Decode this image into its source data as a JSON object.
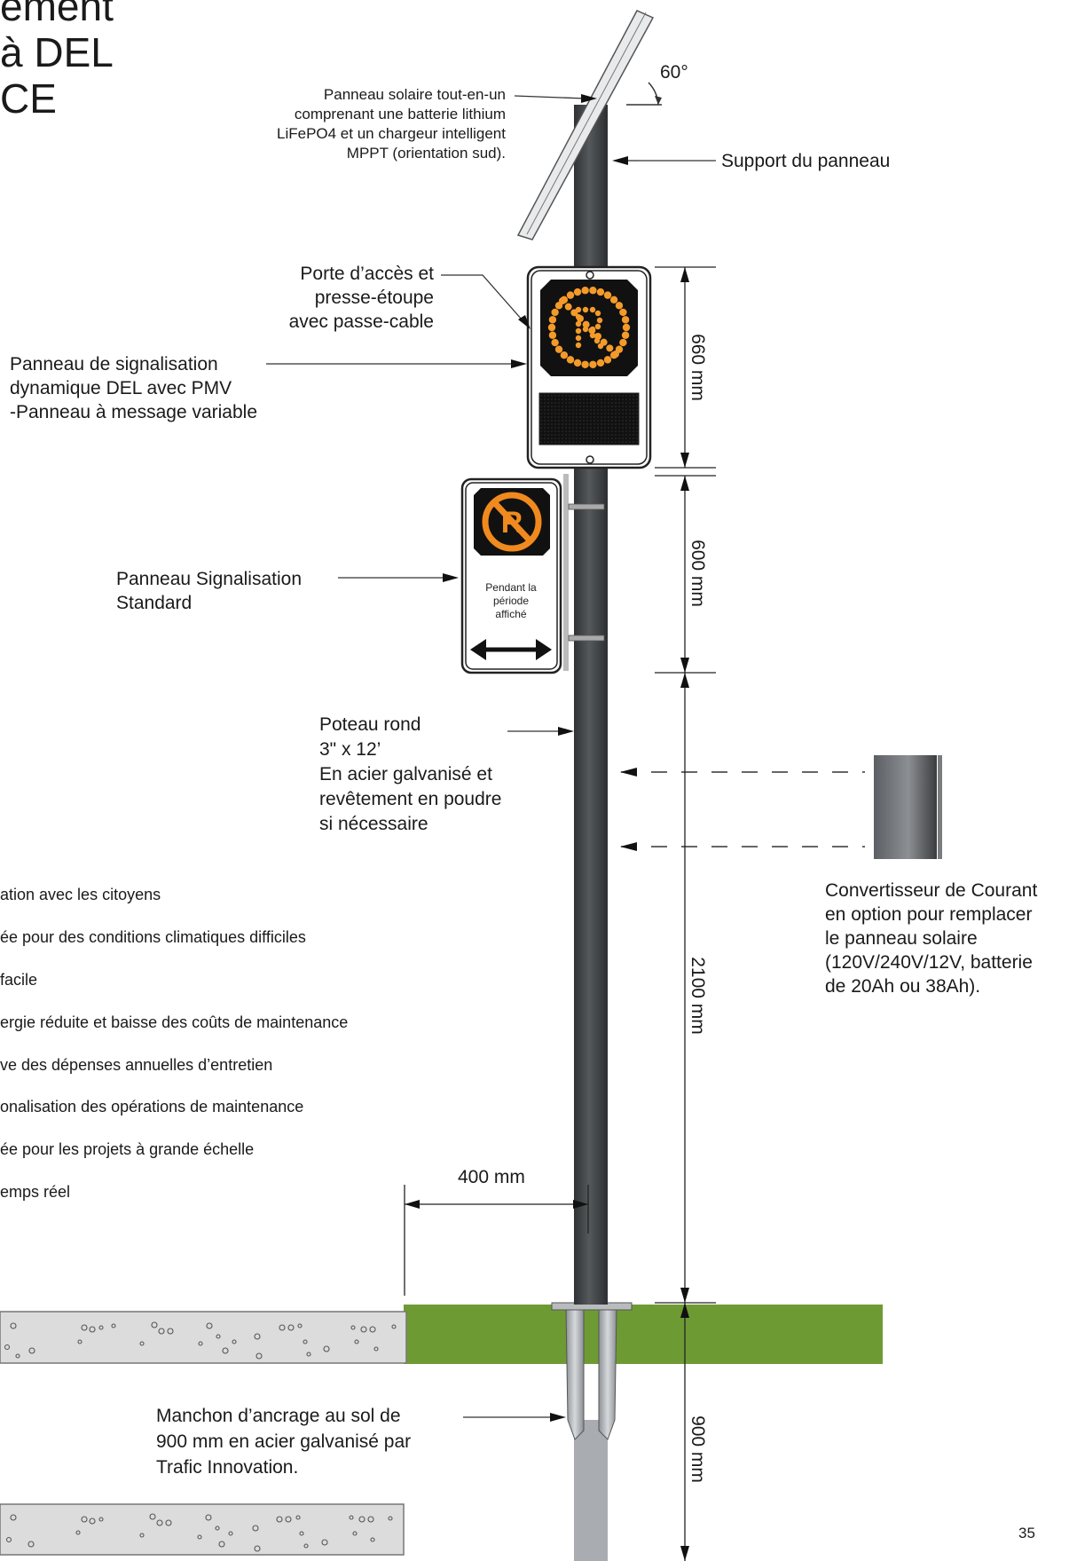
{
  "title": {
    "line1": "ement",
    "line2": "à DEL",
    "line3": "CE"
  },
  "labels": {
    "solar_panel": [
      "Panneau solaire tout-en-un",
      "comprenant une batterie lithium",
      "LiFePO4 et un chargeur intelligent",
      "MPPT (orientation sud)."
    ],
    "angle": "60°",
    "panel_support": "Support du panneau",
    "access_door": [
      "Porte d’accès et",
      "presse-étoupe",
      "avec passe-cable"
    ],
    "dynamic_sign": [
      "Panneau de signalisation",
      "dynamique DEL avec PMV",
      "-Panneau à message variable"
    ],
    "standard_sign": [
      "Panneau Signalisation",
      "Standard"
    ],
    "pole": [
      "Poteau rond",
      "3\" x 12’",
      "En acier galvanisé et",
      "revêtement en poudre",
      "si nécessaire"
    ],
    "converter": [
      "Convertisseur de Courant",
      "en option pour remplacer",
      "le panneau solaire",
      "(120V/240V/12V, batterie",
      "de 20Ah ou 38Ah)."
    ],
    "anchor": [
      "Manchon d’ancrage au sol de",
      "900 mm en acier galvanisé par",
      "Trafic Innovation."
    ]
  },
  "sign_text": {
    "line1": "Pendant la",
    "line2": "période",
    "line3": "affiché"
  },
  "dimensions": {
    "d660": "660 mm",
    "d600": "600 mm",
    "d2100": "2100 mm",
    "d900": "900 mm",
    "d400": "400 mm"
  },
  "features": [
    "ation avec les citoyens",
    "ée pour des conditions climatiques difficiles",
    " facile",
    "ergie réduite et baisse des coûts de maintenance",
    "ve des dépenses annuelles d’entretien",
    "onalisation des opérations de maintenance",
    "ée pour les projets à grande échelle",
    "emps réel"
  ],
  "page_number": "35",
  "colors": {
    "orange": "#f08a1e",
    "led_orange": "#f39a2a",
    "grass": "#6e9a34",
    "pole": "#4a4d50",
    "concrete": "#dcdcdc"
  }
}
